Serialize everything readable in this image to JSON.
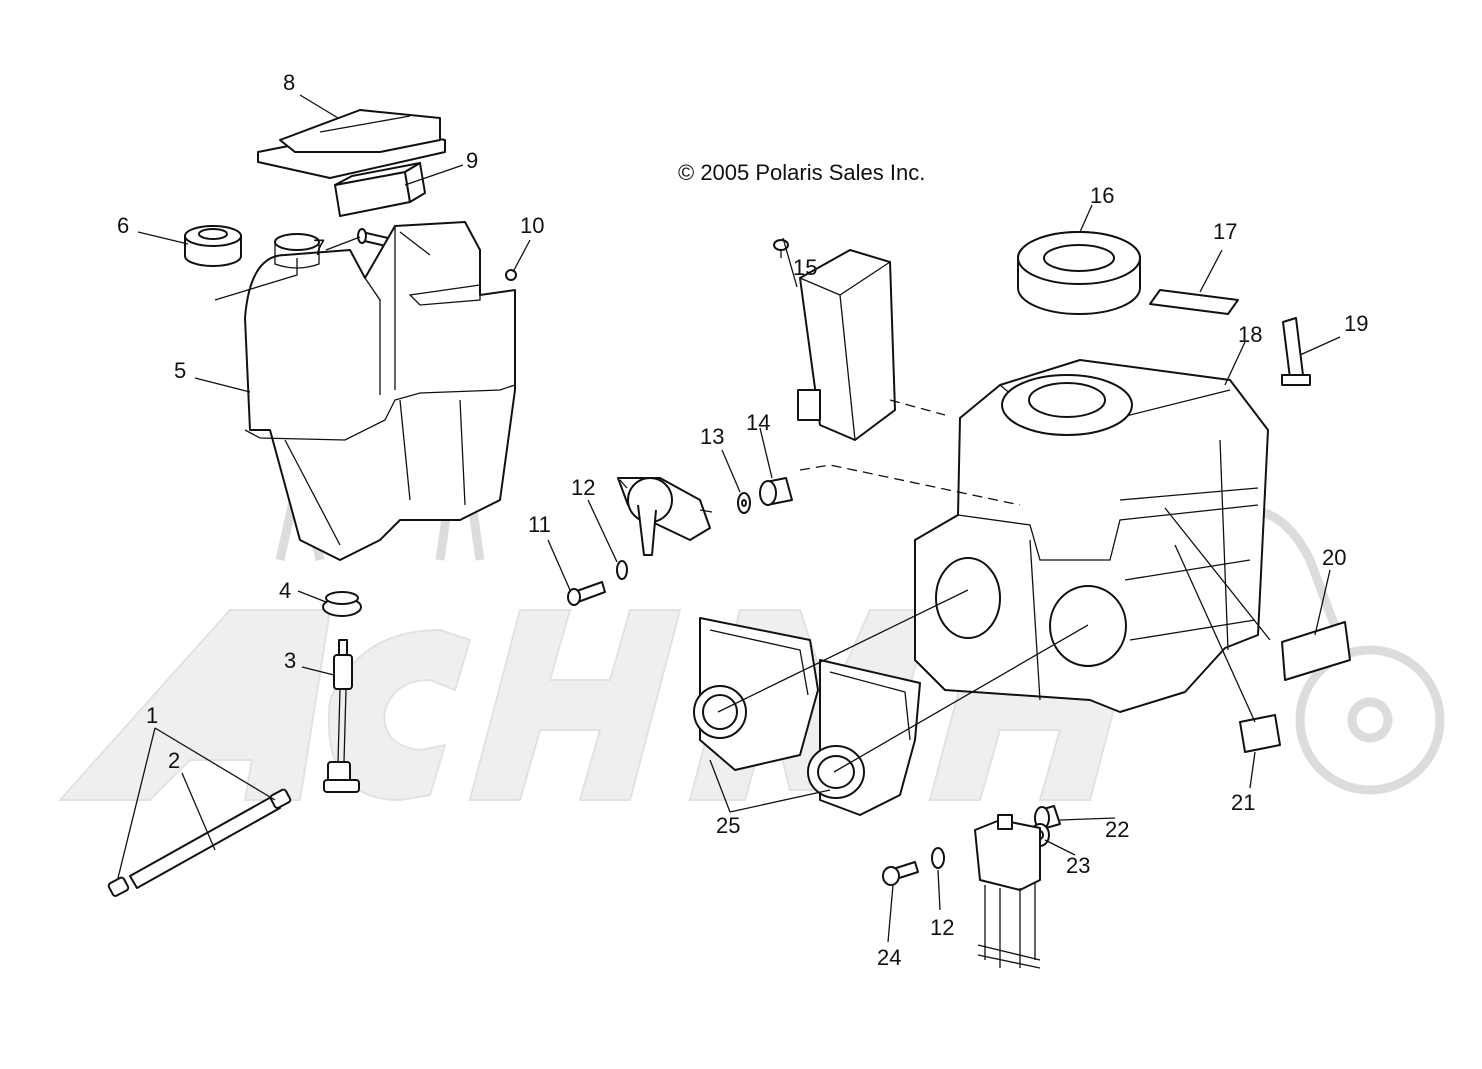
{
  "copyright": "© 2005 Polaris Sales Inc.",
  "watermark": "AcHM",
  "callouts": {
    "c1": "1",
    "c2": "2",
    "c3": "3",
    "c4": "4",
    "c5": "5",
    "c6": "6",
    "c7": "7",
    "c8": "8",
    "c9": "9",
    "c10": "10",
    "c11": "11",
    "c12a": "12",
    "c12b": "12",
    "c13": "13",
    "c14": "14",
    "c15": "15",
    "c16": "16",
    "c17": "17",
    "c18": "18",
    "c19": "19",
    "c20": "20",
    "c21": "21",
    "c22": "22",
    "c23": "23",
    "c24": "24",
    "c25": "25"
  }
}
